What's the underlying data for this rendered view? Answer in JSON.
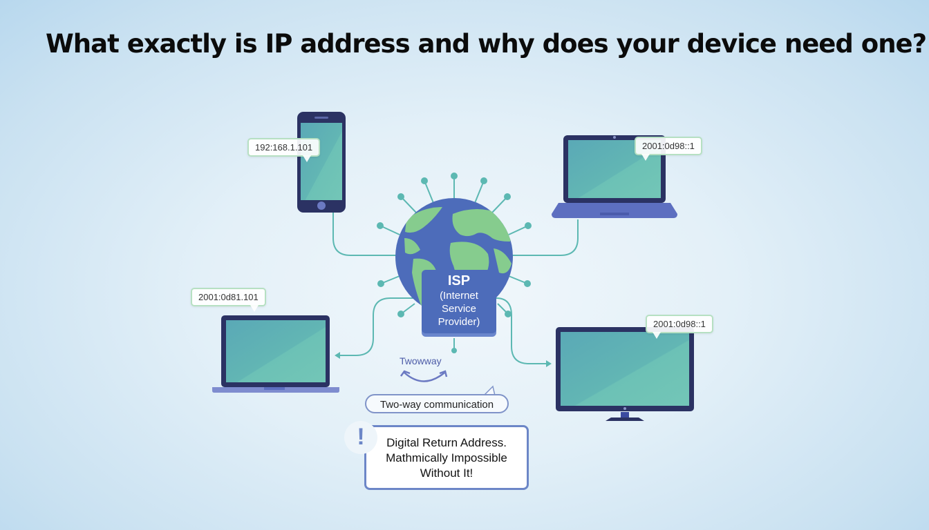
{
  "title": "What exactly is IP address and why does your device need one?",
  "devices": [
    {
      "type": "smartphone",
      "ip_label": "192:168.1.101"
    },
    {
      "type": "laptop-top-right",
      "ip_label": "2001:0d98::1"
    },
    {
      "type": "laptop-left",
      "ip_label": "2001:0d81.101"
    },
    {
      "type": "monitor-right",
      "ip_label": "2001:0d98::1"
    }
  ],
  "isp": {
    "heading": "ISP",
    "line1": "(Internet",
    "line2": "Service",
    "line3": "Provider)"
  },
  "twoway_small": "Twowway",
  "twoway_pill": "Two-way communication",
  "note": {
    "icon": "!",
    "line1": "Digital Return Address.",
    "line2": "Mathmically Impossible",
    "line3": "Without It!"
  },
  "colors": {
    "device_frame": "#2b3263",
    "screen": "#5fb5b4",
    "globe_ocean": "#4d6cba",
    "globe_land": "#86cc8e",
    "connector": "#5cb8b2",
    "accent_border": "#6c86c7"
  }
}
